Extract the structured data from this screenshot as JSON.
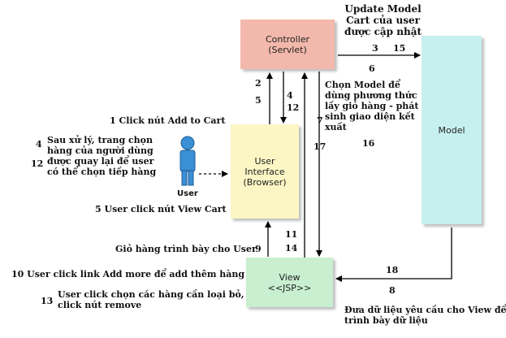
{
  "colors": {
    "controller": "#f2b8ac",
    "ui": "#fbf6c4",
    "view": "#c8efd0",
    "model": "#c6f0f0",
    "user": "#3b8fd4"
  },
  "boxes": {
    "controller": [
      "Controller",
      "(Servlet)"
    ],
    "ui": [
      "User",
      "Interface",
      "(Browser)"
    ],
    "view": [
      "View",
      "<<JSP>>"
    ],
    "model": [
      "Model"
    ]
  },
  "user_label": "User",
  "notes": {
    "update_model": [
      "Update Model",
      "Cart của user",
      "được cập nhật"
    ],
    "chon_model": [
      "Chọn Model để",
      "dùng phương thức",
      "lấy giỏ hàng - phát",
      "sinh giao diện kết",
      "xuất"
    ],
    "click_add": "1  Click nút Add to Cart",
    "sau_xu_ly": [
      "Sau xử lý, trang chọn",
      "hàng của người dùng",
      "được quay lại để user",
      "có thể chọn tiếp hàng"
    ],
    "view_cart": "5  User click nút View Cart",
    "gio_hang": "Giỏ hàng trình bày cho User",
    "add_more": "10  User click link Add more để add thêm hàng",
    "chon_bo": [
      "User click chọn các hàng cần loại bỏ,",
      "click nút remove"
    ],
    "dua_du_lieu": [
      "Đưa dữ liệu yêu cầu cho View để",
      "trình bày dữ liệu"
    ]
  },
  "numbers": {
    "n3": "3",
    "n15": "15",
    "n6": "6",
    "n2": "2",
    "n5": "5",
    "n4": "4",
    "n12": "12",
    "n7": "7",
    "n16": "16",
    "n17": "17",
    "n11": "11",
    "n14": "14",
    "n9": "9",
    "n18": "18",
    "n8": "8",
    "side4": "4",
    "side12": "12",
    "side13": "13"
  }
}
